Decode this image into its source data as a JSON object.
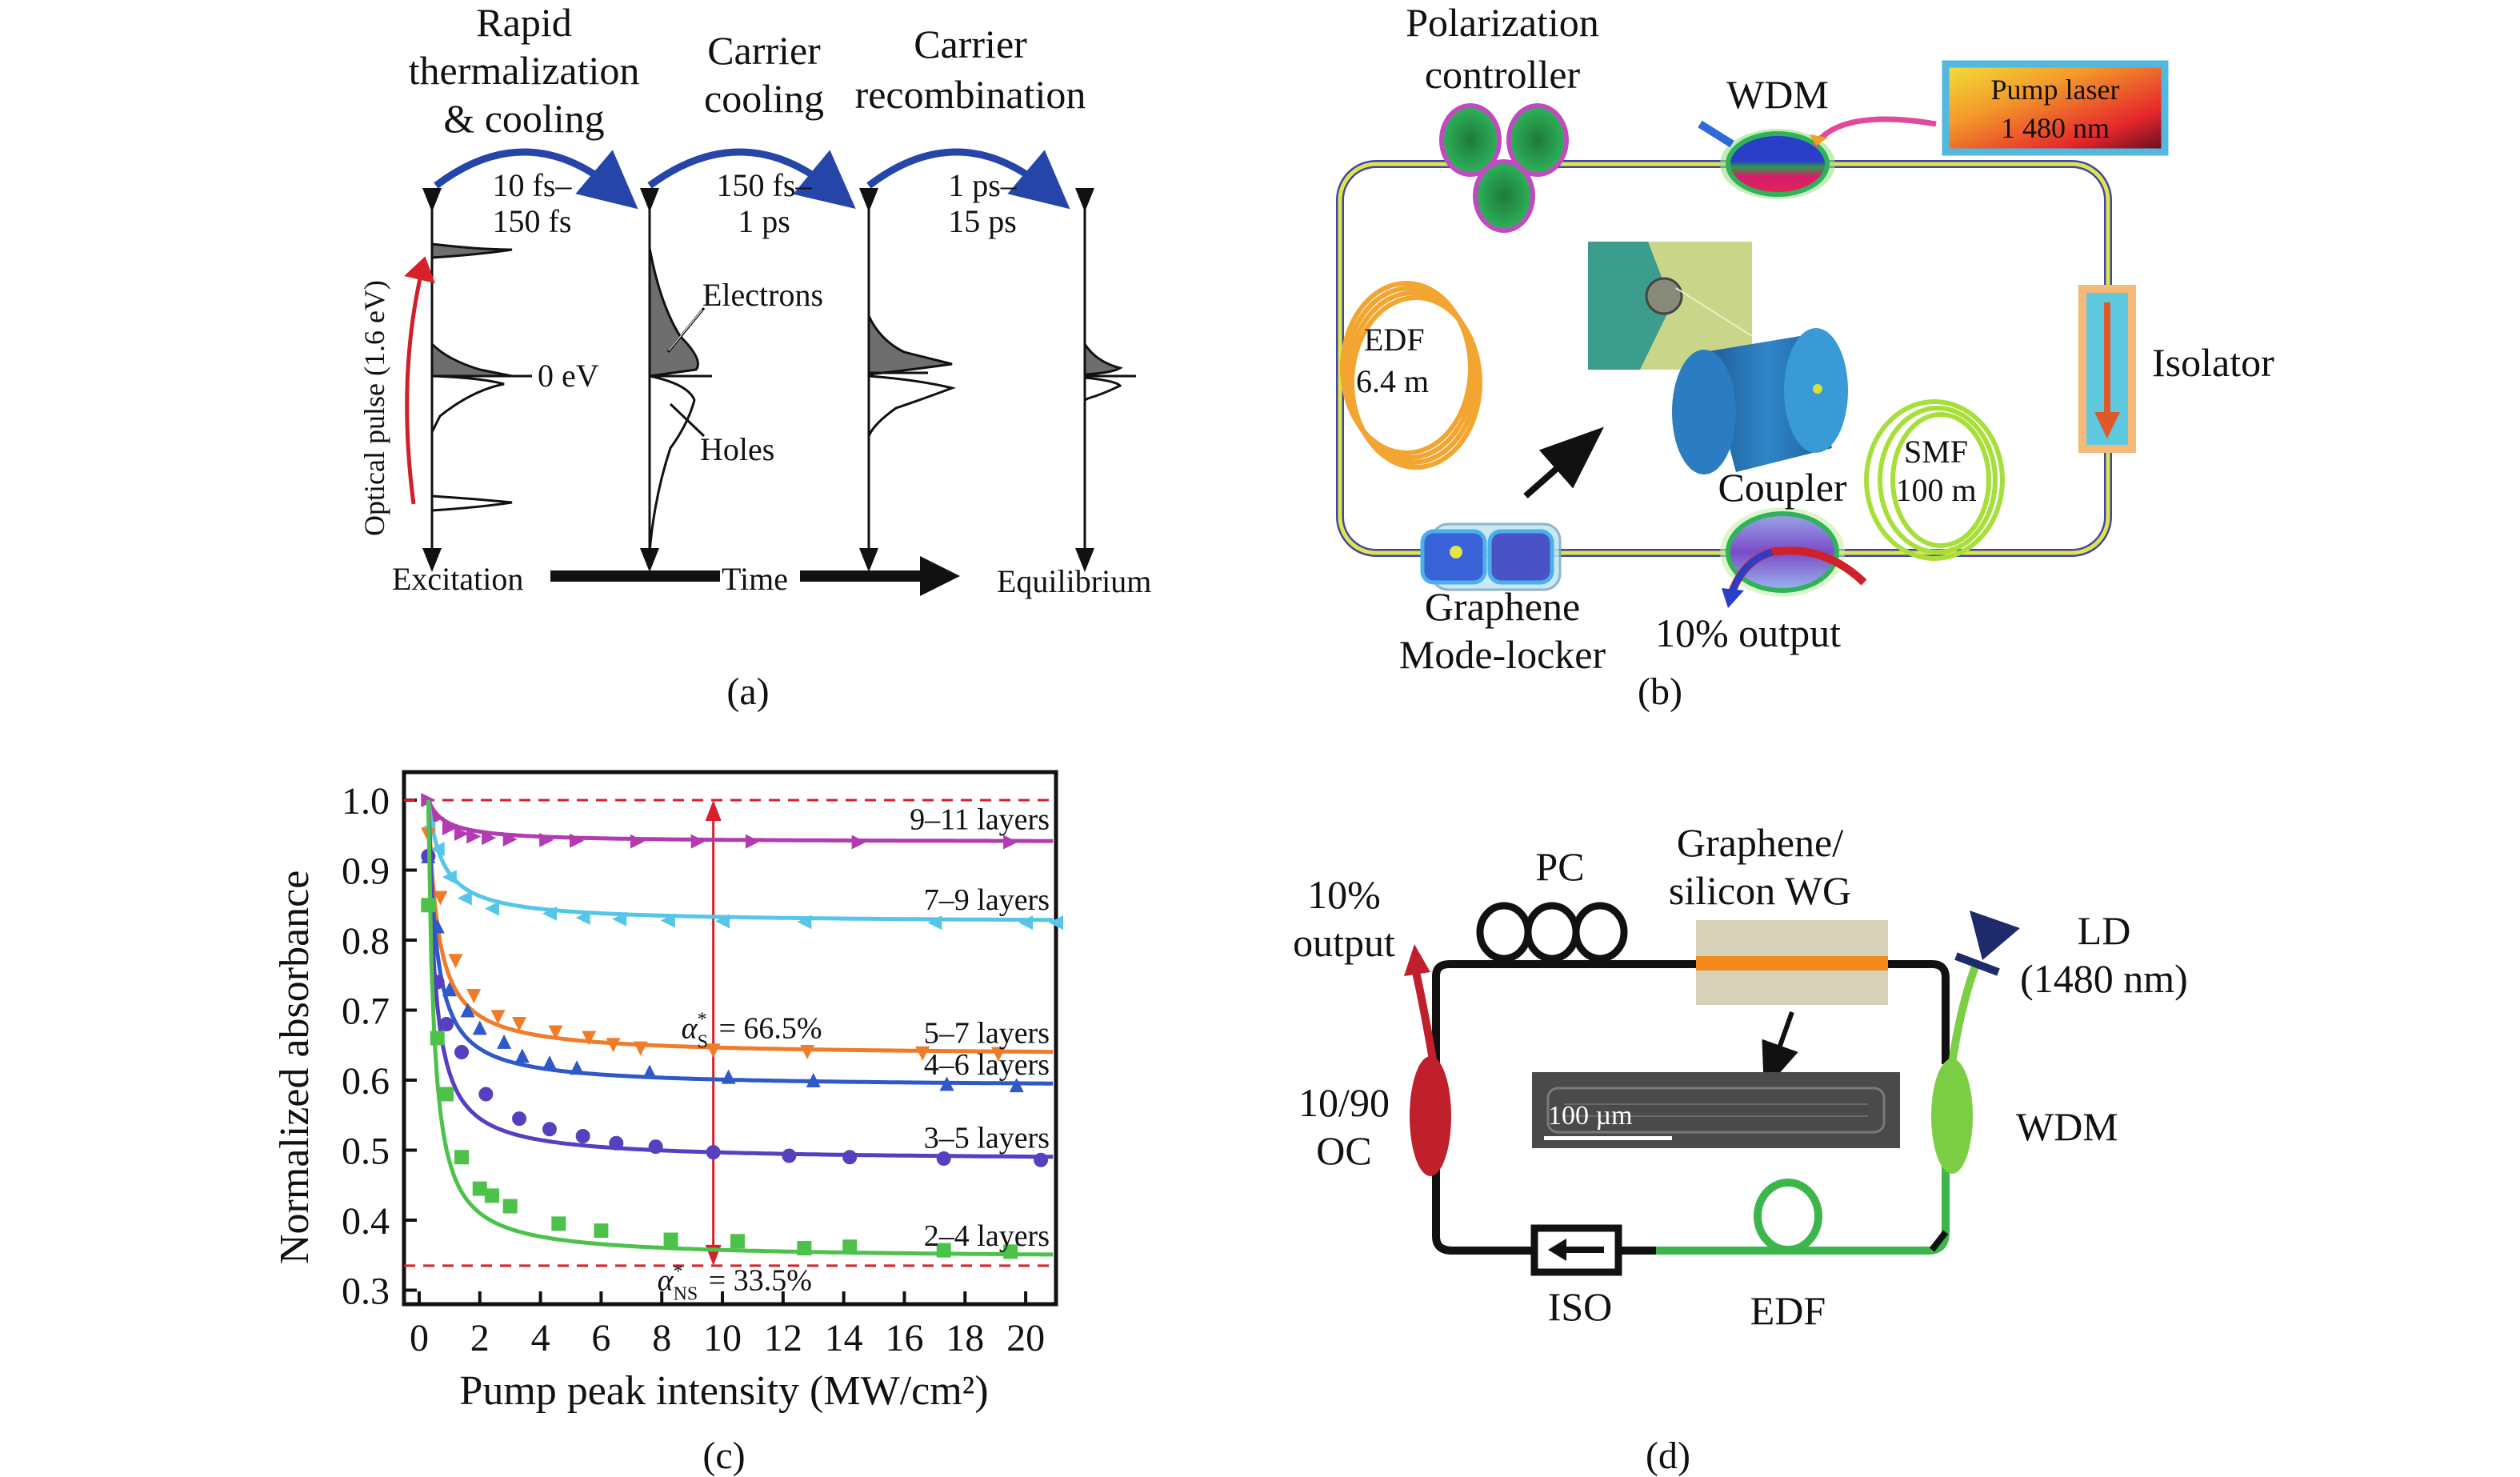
{
  "figure": {
    "panels": [
      {
        "id": "a",
        "caption": "(a)",
        "stage_titles": [
          [
            "Rapid",
            "thermalization",
            "& cooling"
          ],
          [
            "Carrier",
            "cooling"
          ],
          [
            "Carrier",
            "recombination"
          ]
        ],
        "timescales": [
          [
            "10 fs–",
            "150 fs"
          ],
          [
            "150 fs–",
            "1 ps"
          ],
          [
            "1 ps–",
            "15 ps"
          ]
        ],
        "y_axis_label": "Optical pulse (1.6 eV)",
        "zero_label": "0 eV",
        "electrons_label": "Electrons",
        "holes_label": "Holes",
        "time_axis": {
          "start": "Excitation",
          "middle": "Time",
          "end": "Equilibrium"
        },
        "colors": {
          "arc": "#2546a8",
          "pulse": "#d0202a",
          "fill": "#6e6e6e"
        }
      },
      {
        "id": "b",
        "caption": "(b)",
        "labels": {
          "polarization_controller": [
            "Polarization",
            "controller"
          ],
          "wdm": "WDM",
          "pump_laser": [
            "Pump laser",
            "1 480 nm"
          ],
          "isolator": "Isolator",
          "edf": [
            "EDF",
            "6.4 m"
          ],
          "smf": [
            "SMF",
            "100 m"
          ],
          "coupler": "Coupler",
          "output": "10% output",
          "mode_locker": [
            "Graphene",
            "Mode-locker"
          ]
        },
        "colors": {
          "fiber_outer": "#3b4aa8",
          "fiber_inner": "#e3e34a",
          "pc": "#1f8f4a",
          "pc_ring": "#c04bc0",
          "edf": "#f2a530",
          "smf": "#a7df3a",
          "isolator_bg": "#5fc9e0",
          "isolator_arrow": "#e0572a",
          "ml": "#3a62d8"
        }
      },
      {
        "id": "d",
        "caption": "(d)",
        "labels": {
          "output": [
            "10%",
            "output"
          ],
          "pc": "PC",
          "waveguide": [
            "Graphene/",
            "silicon WG"
          ],
          "ld": [
            "LD",
            "(1480 nm)"
          ],
          "oc": [
            "10/90",
            "OC"
          ],
          "wdm": "WDM",
          "iso": "ISO",
          "edf": "EDF",
          "scale_bar": "100 µm"
        },
        "colors": {
          "fiber": "#111111",
          "oc": "#c0202c",
          "wdm": "#7ccf45",
          "edf": "#3cb64a",
          "wg_bg": "#d8d3b8",
          "wg_core": "#f28a1e",
          "ld": "#1f2a6b",
          "sem": "#444444"
        }
      }
    ]
  },
  "chart_data": {
    "type": "scatter",
    "caption": "(c)",
    "title": "",
    "xlabel": "Pump peak intensity (MW/cm²)",
    "ylabel": "Normalized absorbance",
    "xlim": [
      -0.5,
      21
    ],
    "ylim": [
      0.28,
      1.04
    ],
    "xticks": [
      0,
      2,
      4,
      6,
      8,
      10,
      12,
      14,
      16,
      18,
      20
    ],
    "yticks": [
      0.3,
      0.4,
      0.5,
      0.6,
      0.7,
      0.8,
      0.9,
      1.0
    ],
    "ytick_labels": [
      "0.3",
      "0.4",
      "0.5",
      "0.6",
      "0.7",
      "0.8",
      "0.9",
      "1.0"
    ],
    "grid": false,
    "reference_lines": [
      {
        "y": 1.0,
        "style": "dashed",
        "color": "#d8202a"
      },
      {
        "y": 0.335,
        "style": "dashed",
        "color": "#d8202a"
      }
    ],
    "annotations": [
      {
        "text_main": "α",
        "text_sup": "*",
        "text_sub": "S",
        "text_tail": "= 66.5%",
        "x": 9.7,
        "y": 0.66
      },
      {
        "text_main": "α",
        "text_sup": "*",
        "text_sub": "NS",
        "text_tail": "= 33.5%",
        "x": 9.7,
        "y": 0.3
      }
    ],
    "arrow": {
      "x": 9.7,
      "from": 0.335,
      "to": 1.0,
      "color": "#d8202a"
    },
    "series": [
      {
        "name": "9–11 layers",
        "color": "#b23bb2",
        "marker": "triangle-right",
        "plateau": 0.94,
        "k": 0.9,
        "x": [
          0.3,
          0.6,
          1.0,
          1.4,
          1.8,
          2.3,
          3.0,
          4.2,
          5.2,
          7.2,
          9.2,
          11.0,
          14.5,
          19.5
        ],
        "y": [
          1.0,
          0.975,
          0.96,
          0.952,
          0.948,
          0.946,
          0.944,
          0.943,
          0.942,
          0.941,
          0.941,
          0.941,
          0.94,
          0.94
        ]
      },
      {
        "name": "7–9 layers",
        "color": "#55c6ea",
        "marker": "triangle-left",
        "plateau": 0.825,
        "k": 0.75,
        "x": [
          0.3,
          0.6,
          1.0,
          1.5,
          2.4,
          4.3,
          5.4,
          6.6,
          8.2,
          10.0,
          12.7,
          17.0,
          20.0,
          21.0
        ],
        "y": [
          0.96,
          0.93,
          0.89,
          0.86,
          0.845,
          0.838,
          0.832,
          0.83,
          0.828,
          0.827,
          0.826,
          0.825,
          0.825,
          0.825
        ]
      },
      {
        "name": "5–7 layers",
        "color": "#f07b2a",
        "marker": "triangle-down",
        "plateau": 0.635,
        "k": 0.5,
        "x": [
          0.3,
          0.7,
          1.2,
          1.8,
          2.6,
          3.3,
          4.5,
          5.6,
          6.4,
          7.3,
          9.7,
          12.8,
          16.6,
          19.1
        ],
        "y": [
          0.95,
          0.86,
          0.77,
          0.72,
          0.69,
          0.68,
          0.668,
          0.66,
          0.65,
          0.645,
          0.642,
          0.64,
          0.638,
          0.637
        ]
      },
      {
        "name": "4–6 layers",
        "color": "#2f58c8",
        "marker": "triangle-up",
        "plateau": 0.59,
        "k": 0.42,
        "x": [
          0.3,
          0.6,
          1.0,
          1.6,
          2.0,
          2.8,
          3.4,
          4.3,
          5.2,
          7.6,
          10.2,
          13.0,
          17.4,
          19.7
        ],
        "y": [
          0.92,
          0.82,
          0.73,
          0.7,
          0.675,
          0.655,
          0.635,
          0.625,
          0.618,
          0.612,
          0.605,
          0.6,
          0.595,
          0.593
        ]
      },
      {
        "name": "3–5 layers",
        "color": "#5540c0",
        "marker": "circle",
        "plateau": 0.485,
        "k": 0.36,
        "x": [
          0.3,
          0.6,
          0.9,
          1.4,
          2.2,
          3.3,
          4.3,
          5.4,
          6.5,
          7.8,
          9.7,
          12.2,
          14.2,
          17.3,
          20.5
        ],
        "y": [
          0.92,
          0.74,
          0.68,
          0.64,
          0.58,
          0.545,
          0.53,
          0.52,
          0.51,
          0.505,
          0.497,
          0.492,
          0.49,
          0.488,
          0.486
        ]
      },
      {
        "name": "2–4 layers",
        "color": "#4cc24a",
        "marker": "square",
        "plateau": 0.345,
        "k": 0.3,
        "x": [
          0.3,
          0.6,
          0.9,
          1.4,
          2.0,
          2.4,
          3.0,
          4.6,
          6.0,
          8.3,
          10.5,
          12.7,
          14.2,
          17.3,
          19.5
        ],
        "y": [
          0.85,
          0.66,
          0.58,
          0.49,
          0.445,
          0.435,
          0.42,
          0.395,
          0.385,
          0.372,
          0.37,
          0.36,
          0.362,
          0.357,
          0.355
        ]
      }
    ]
  }
}
